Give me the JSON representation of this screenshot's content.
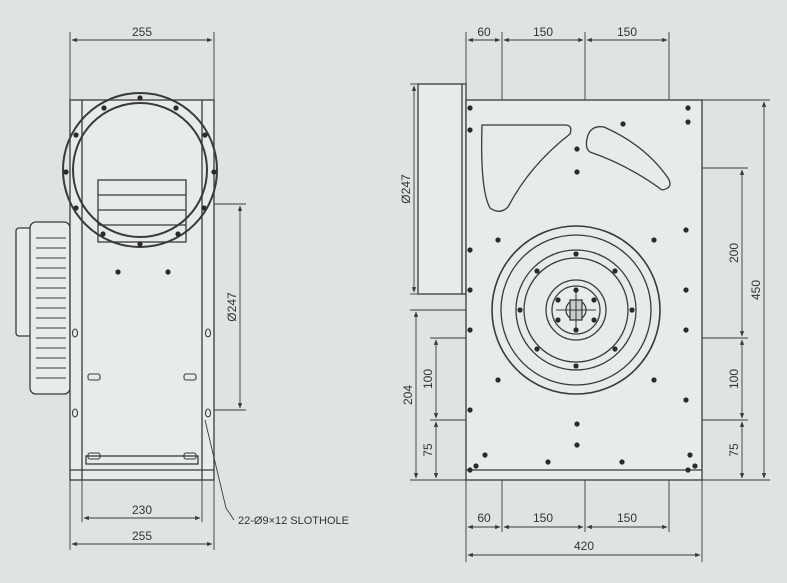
{
  "side_view": {
    "top_width": "255",
    "inner_width": "230",
    "bottom_width": "255",
    "outlet_diameter": "Ø247"
  },
  "front_view": {
    "top_dims": [
      "60",
      "150",
      "150"
    ],
    "bottom_dims": [
      "60",
      "150",
      "150"
    ],
    "total_width": "420",
    "height": "450",
    "right_dims": [
      "200",
      "100",
      "75"
    ],
    "left_dims": [
      "204",
      "100",
      "75"
    ],
    "inlet_diameter": "Ø247"
  },
  "note": "22-Ø9×12 SLOTHOLE",
  "colors": {
    "background": "#dfe3e4",
    "line": "#3a3a3a",
    "panel": "#e8ebec"
  }
}
